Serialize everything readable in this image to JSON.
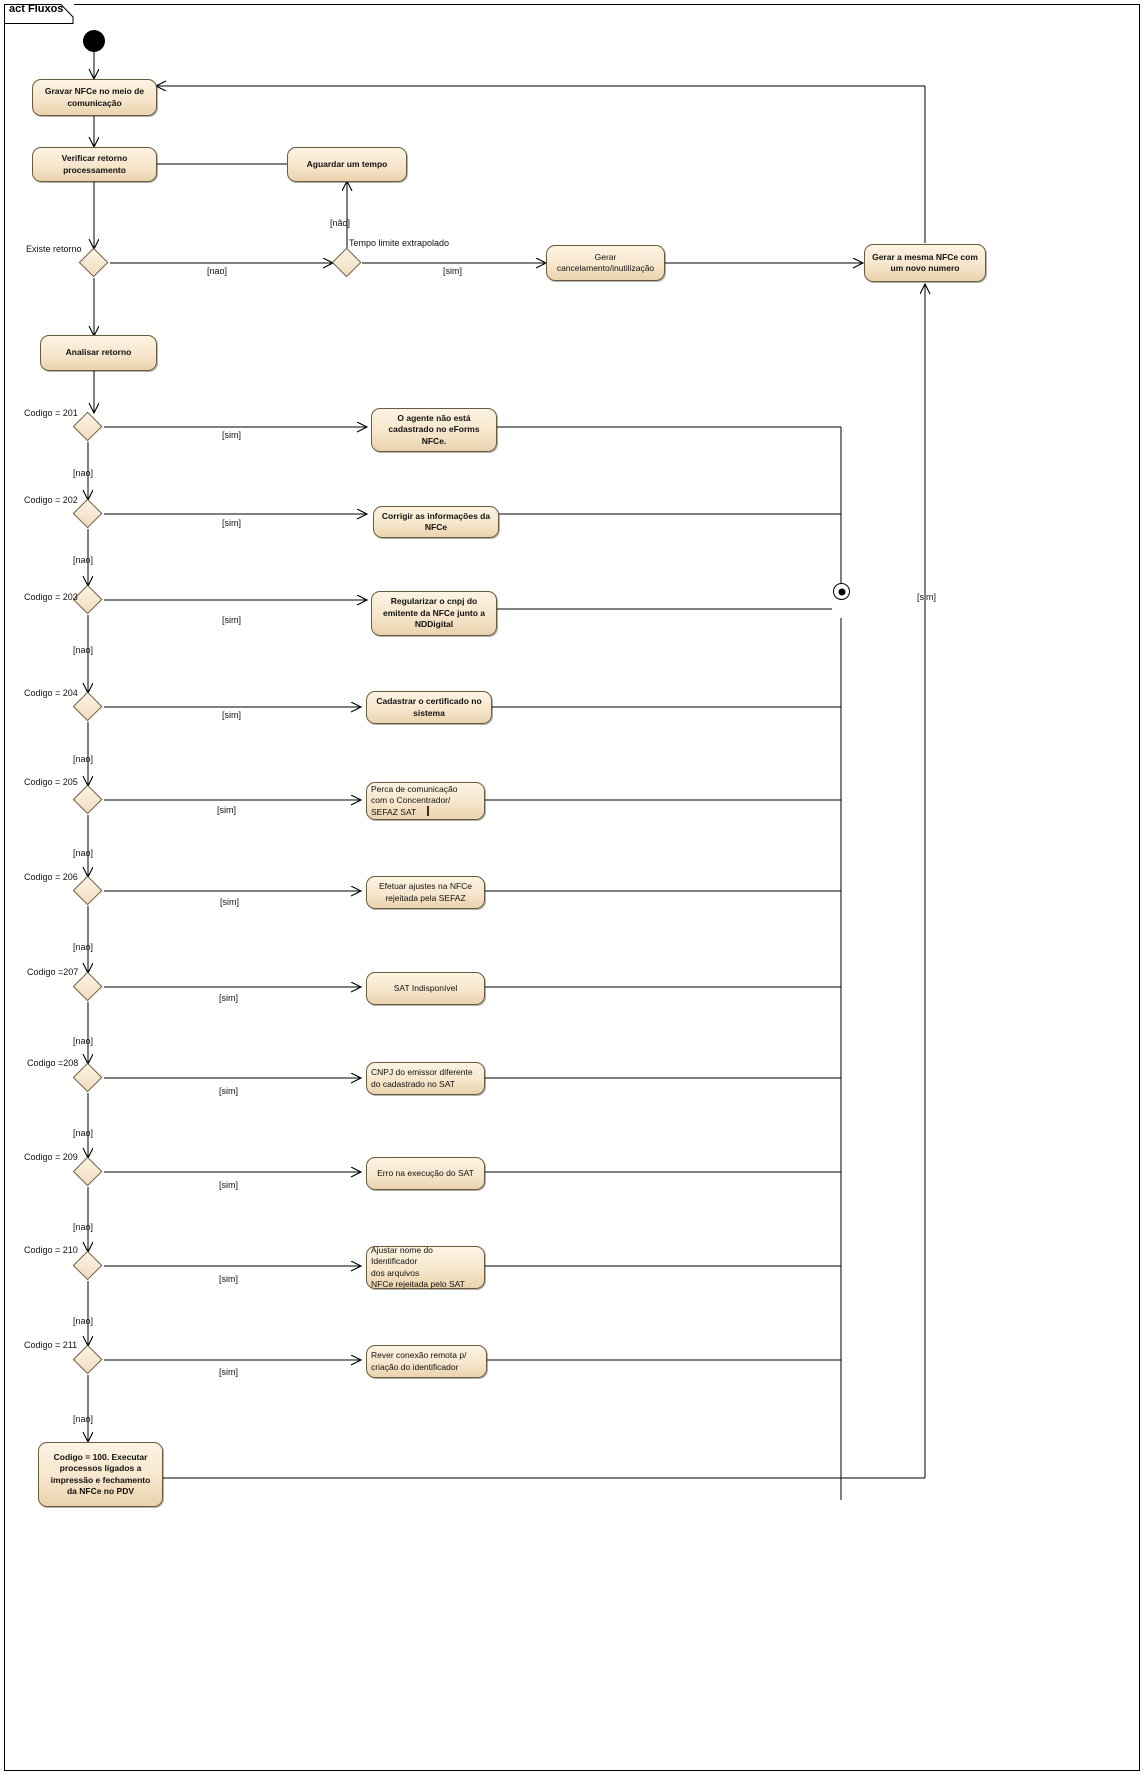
{
  "diagram": {
    "frame_label": "act Fluxos",
    "type": "UML Activity Diagram",
    "colors": {
      "node_fill_light": "#fdf4e3",
      "node_fill_dark": "#e9d3ac",
      "node_border": "#6b5a3e",
      "line": "#000000",
      "text": "#111111",
      "background": "#ffffff"
    }
  },
  "nodes": {
    "initial": "initial-node",
    "gravar": "Gravar NFCe no meio de\ncomunicação",
    "verificar": "Verificar retorno\nprocessamento",
    "aguardar": "Aguardar um tempo",
    "gerar_cancelamento": "Gerar\ncancelamento/inutilização",
    "gerar_mesma": "Gerar a mesma NFCe com\num novo numero",
    "analisar": "Analisar retorno",
    "final_codigo_100": "Codigo = 100. Executar\nprocessos ligados a\nimpressão e fechamento\nda NFCe no PDV",
    "activity_final": "activity-final-node"
  },
  "decisions": {
    "existe_retorno": "Existe retorno",
    "tempo_limite": "Tempo limite extrapolado",
    "codigo_201": "Codigo = 201",
    "codigo_202": "Codigo = 202",
    "codigo_203": "Codigo = 203",
    "codigo_204": "Codigo = 204",
    "codigo_205": "Codigo = 205",
    "codigo_206": "Codigo = 206",
    "codigo_207": "Codigo =207",
    "codigo_208": "Codigo =208",
    "codigo_209": "Codigo = 209",
    "codigo_210": "Codigo = 210",
    "codigo_211": "Codigo = 211"
  },
  "guards": {
    "nao_accent": "[não]",
    "nao": "[nao]",
    "sim": "[sim]"
  },
  "outcomes": [
    {
      "code": "201",
      "label": "O agente não está\ncadastrado no eForms\nNFCe.",
      "align": "center",
      "bold": true
    },
    {
      "code": "202",
      "label": "Corrigir as informações da\nNFCe",
      "align": "center",
      "bold": true
    },
    {
      "code": "203",
      "label": "Regularizar o cnpj do\nemitente da NFCe junto a\nNDDigital",
      "align": "center",
      "bold": true
    },
    {
      "code": "204",
      "label": "Cadastrar o certificado no\nsistema",
      "align": "center",
      "bold": true
    },
    {
      "code": "205",
      "label": "Perca de comunicação\ncom o Concentrador/\nSEFAZ SAT",
      "align": "left",
      "bold": false
    },
    {
      "code": "206",
      "label": "Efetuar ajustes na NFCe\nrejeitada pela SEFAZ",
      "align": "center",
      "bold": false
    },
    {
      "code": "207",
      "label": "SAT Indisponível",
      "align": "center",
      "bold": false
    },
    {
      "code": "208",
      "label": "CNPJ do emissor diferente\ndo cadastrado no SAT",
      "align": "left",
      "bold": false
    },
    {
      "code": "209",
      "label": "Erro na execução do SAT",
      "align": "center",
      "bold": false
    },
    {
      "code": "210",
      "label": "Ajustar nome do Identificador\ndos arquivos\nNFCe rejeitada pelo SAT",
      "align": "left",
      "bold": false
    },
    {
      "code": "211",
      "label": "Rever conexão remota p/\ncriação do identificador",
      "align": "left",
      "bold": false
    }
  ],
  "edge_labels": {
    "existe_retorno_nao": "[nao]",
    "tempo_limite_nao": "[não]",
    "tempo_limite_sim": "[sim]",
    "loop_sim": "[sim]"
  }
}
